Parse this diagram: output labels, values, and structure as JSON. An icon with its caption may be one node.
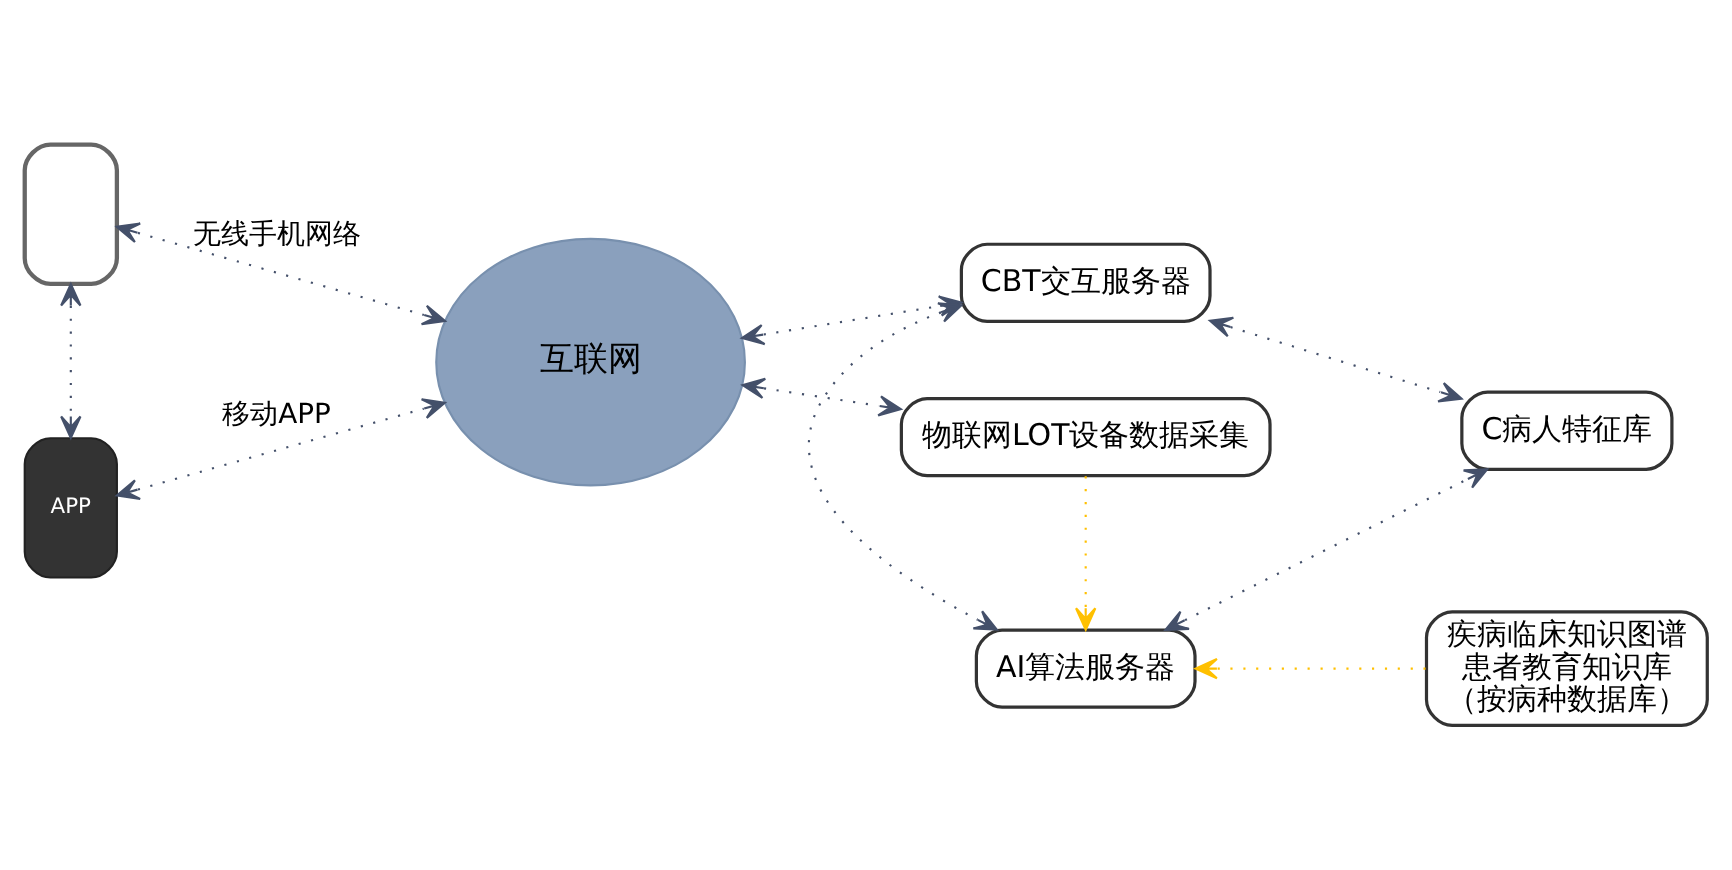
{
  "diagram": {
    "nodes": [
      {
        "text": [],
        "shape": "box"
      },
      {
        "text": [
          "APP"
        ]
      },
      {
        "text": [
          "互联网"
        ]
      },
      {
        "text": [
          "CBT交互服务器"
        ]
      },
      {
        "text": [
          "C病人特征库"
        ]
      },
      {
        "text": [
          "AI算法服务器"
        ]
      },
      {
        "text": [
          "物联网LOT设备数据采集"
        ]
      },
      {
        "text": [
          "疾病临床知识图谱",
          "患者教育知识库",
          "（按病种数据库）"
        ]
      }
    ],
    "edges": [
      {
        "from": 2,
        "to": 0,
        "arrow": "both",
        "label": "无线手机网络"
      },
      {
        "from": 0,
        "to": 1,
        "arrow": "both"
      },
      {
        "from": 2,
        "to": 1,
        "arrow": "both",
        "label": "移动APP"
      },
      {
        "from": 2,
        "to": 3,
        "arrow": "both"
      },
      {
        "from": 2,
        "to": 6,
        "arrow": "both"
      },
      {
        "from": 3,
        "to": 5,
        "arrow": "both"
      },
      {
        "from": 3,
        "to": 4,
        "arrow": "both"
      },
      {
        "from": 4,
        "to": 5,
        "arrow": "both"
      },
      {
        "from": 6,
        "to": 5,
        "arrow": "to",
        "color": "#ffc000"
      },
      {
        "from": 7,
        "to": 5,
        "arrow": "to",
        "color": "#ffc000"
      }
    ]
  }
}
